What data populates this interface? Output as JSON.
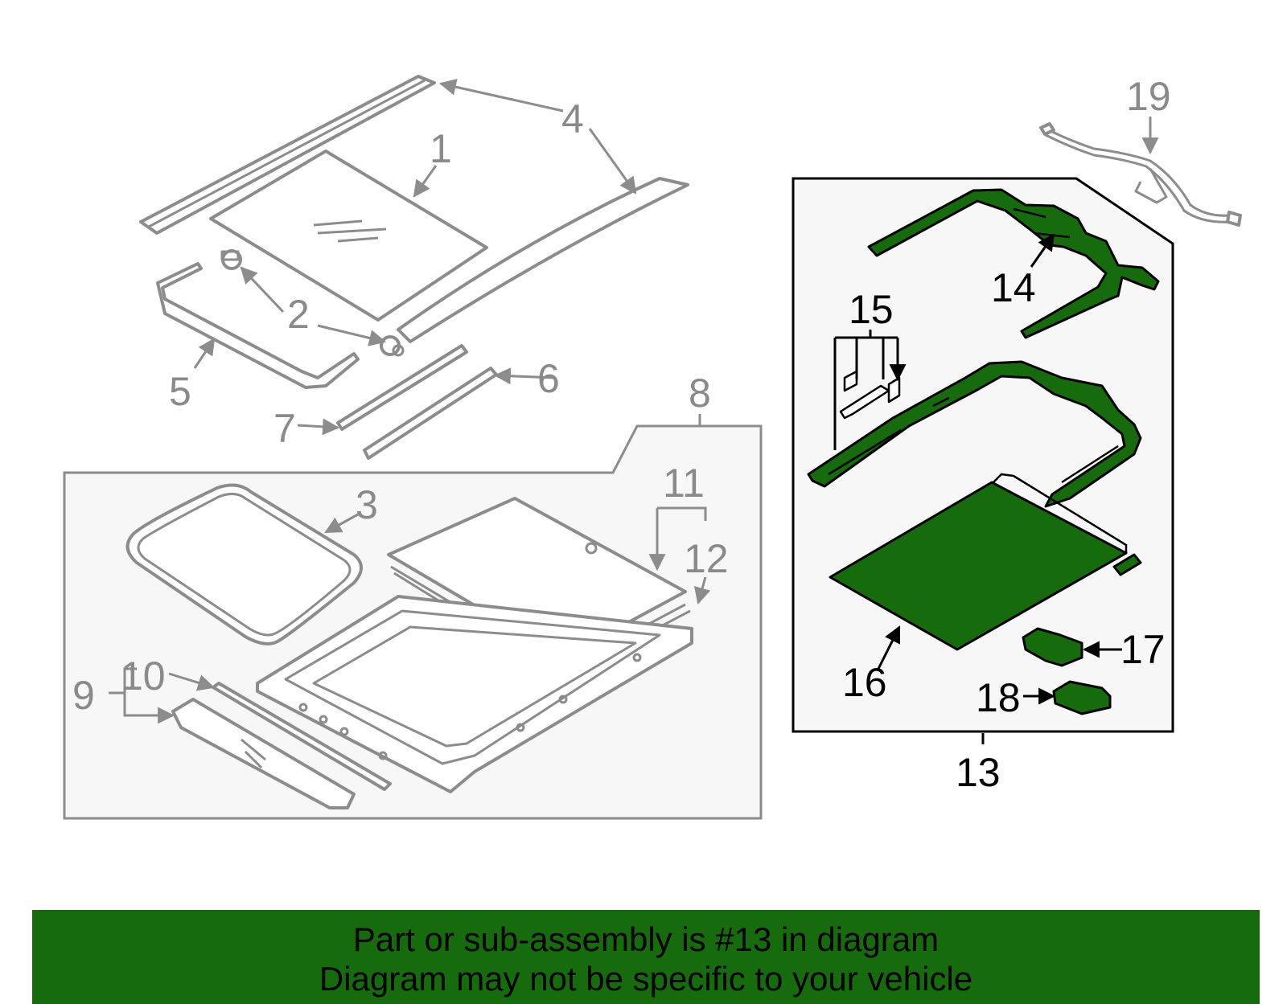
{
  "callouts": {
    "n1": "1",
    "n2": "2",
    "n3": "3",
    "n4": "4",
    "n5": "5",
    "n6": "6",
    "n7": "7",
    "n8": "8",
    "n9": "9",
    "n10": "10",
    "n11": "11",
    "n12": "12",
    "n13": "13",
    "n14": "14",
    "n15": "15",
    "n16": "16",
    "n17": "17",
    "n18": "18",
    "n19": "19"
  },
  "banner": {
    "line1": "Part or sub-assembly is #13 in diagram",
    "line2": "Diagram may not be specific to your vehicle"
  },
  "colors": {
    "highlight": "#166b0c",
    "line_gray": "#8c8c8c",
    "panel_bg": "#f7f7f7"
  }
}
